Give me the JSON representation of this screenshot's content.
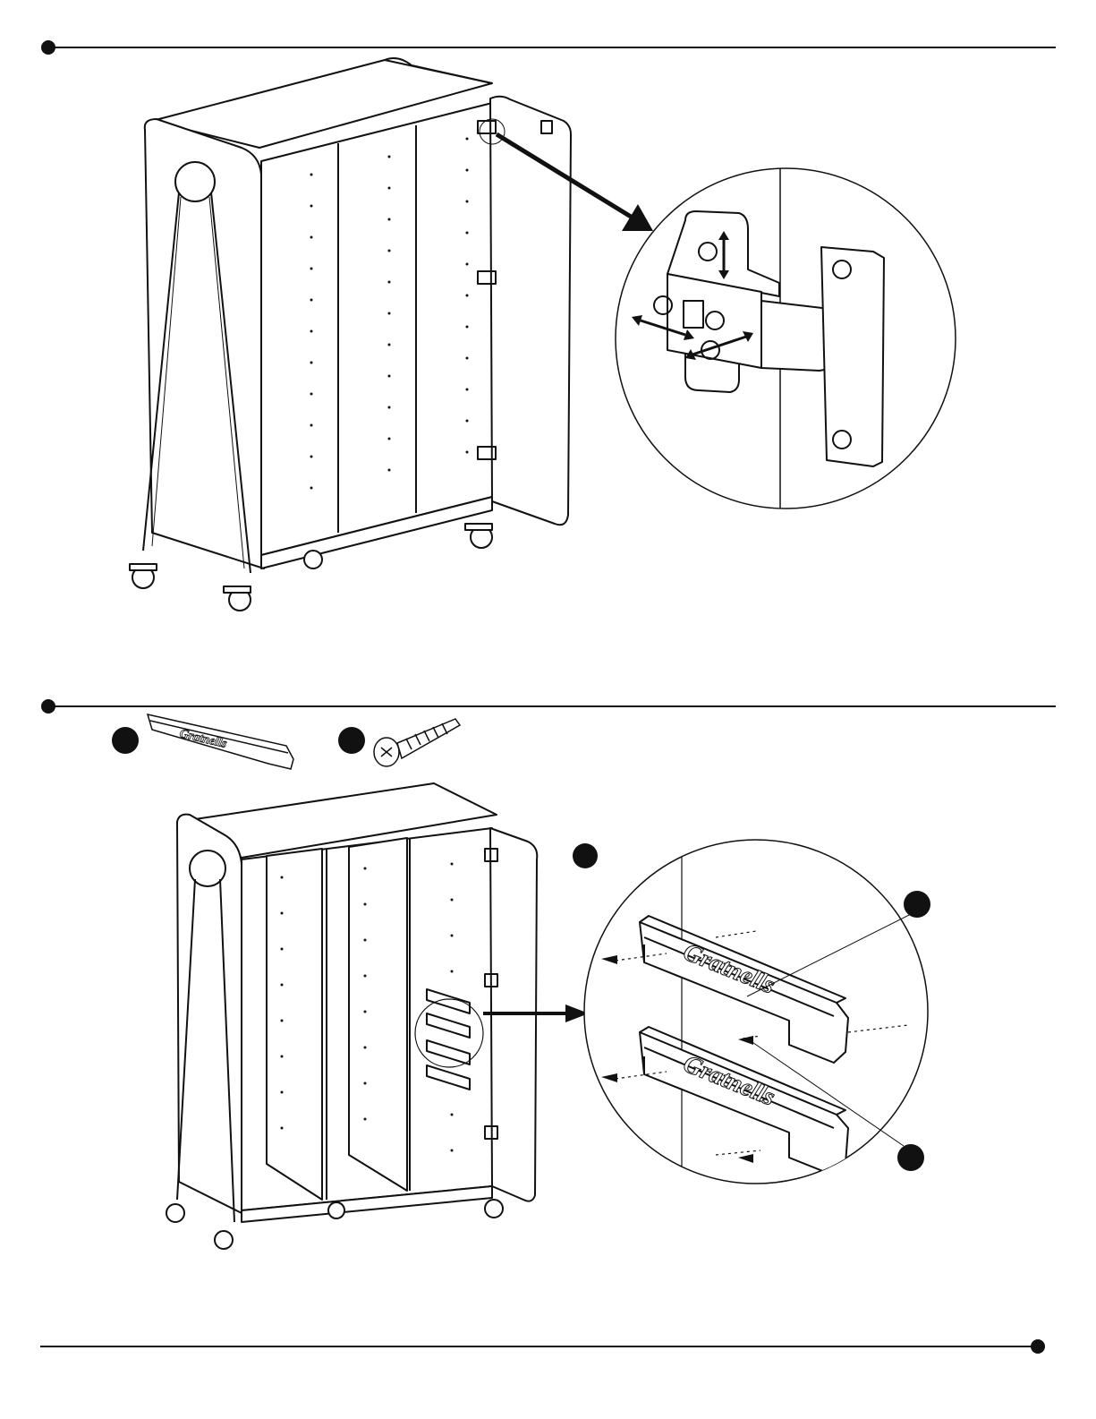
{
  "brand": {
    "logo_text": "Gratnells"
  },
  "steps": [
    {
      "step": "top",
      "illustration": "cabinet-door-hinge-adjustment"
    },
    {
      "step": "middle",
      "illustration": "runner-installation",
      "parts": [
        {
          "icon": "runner-part-icon"
        },
        {
          "icon": "screw-part-icon"
        }
      ]
    }
  ],
  "colors": {
    "line": "#111111",
    "paper": "#ffffff"
  }
}
